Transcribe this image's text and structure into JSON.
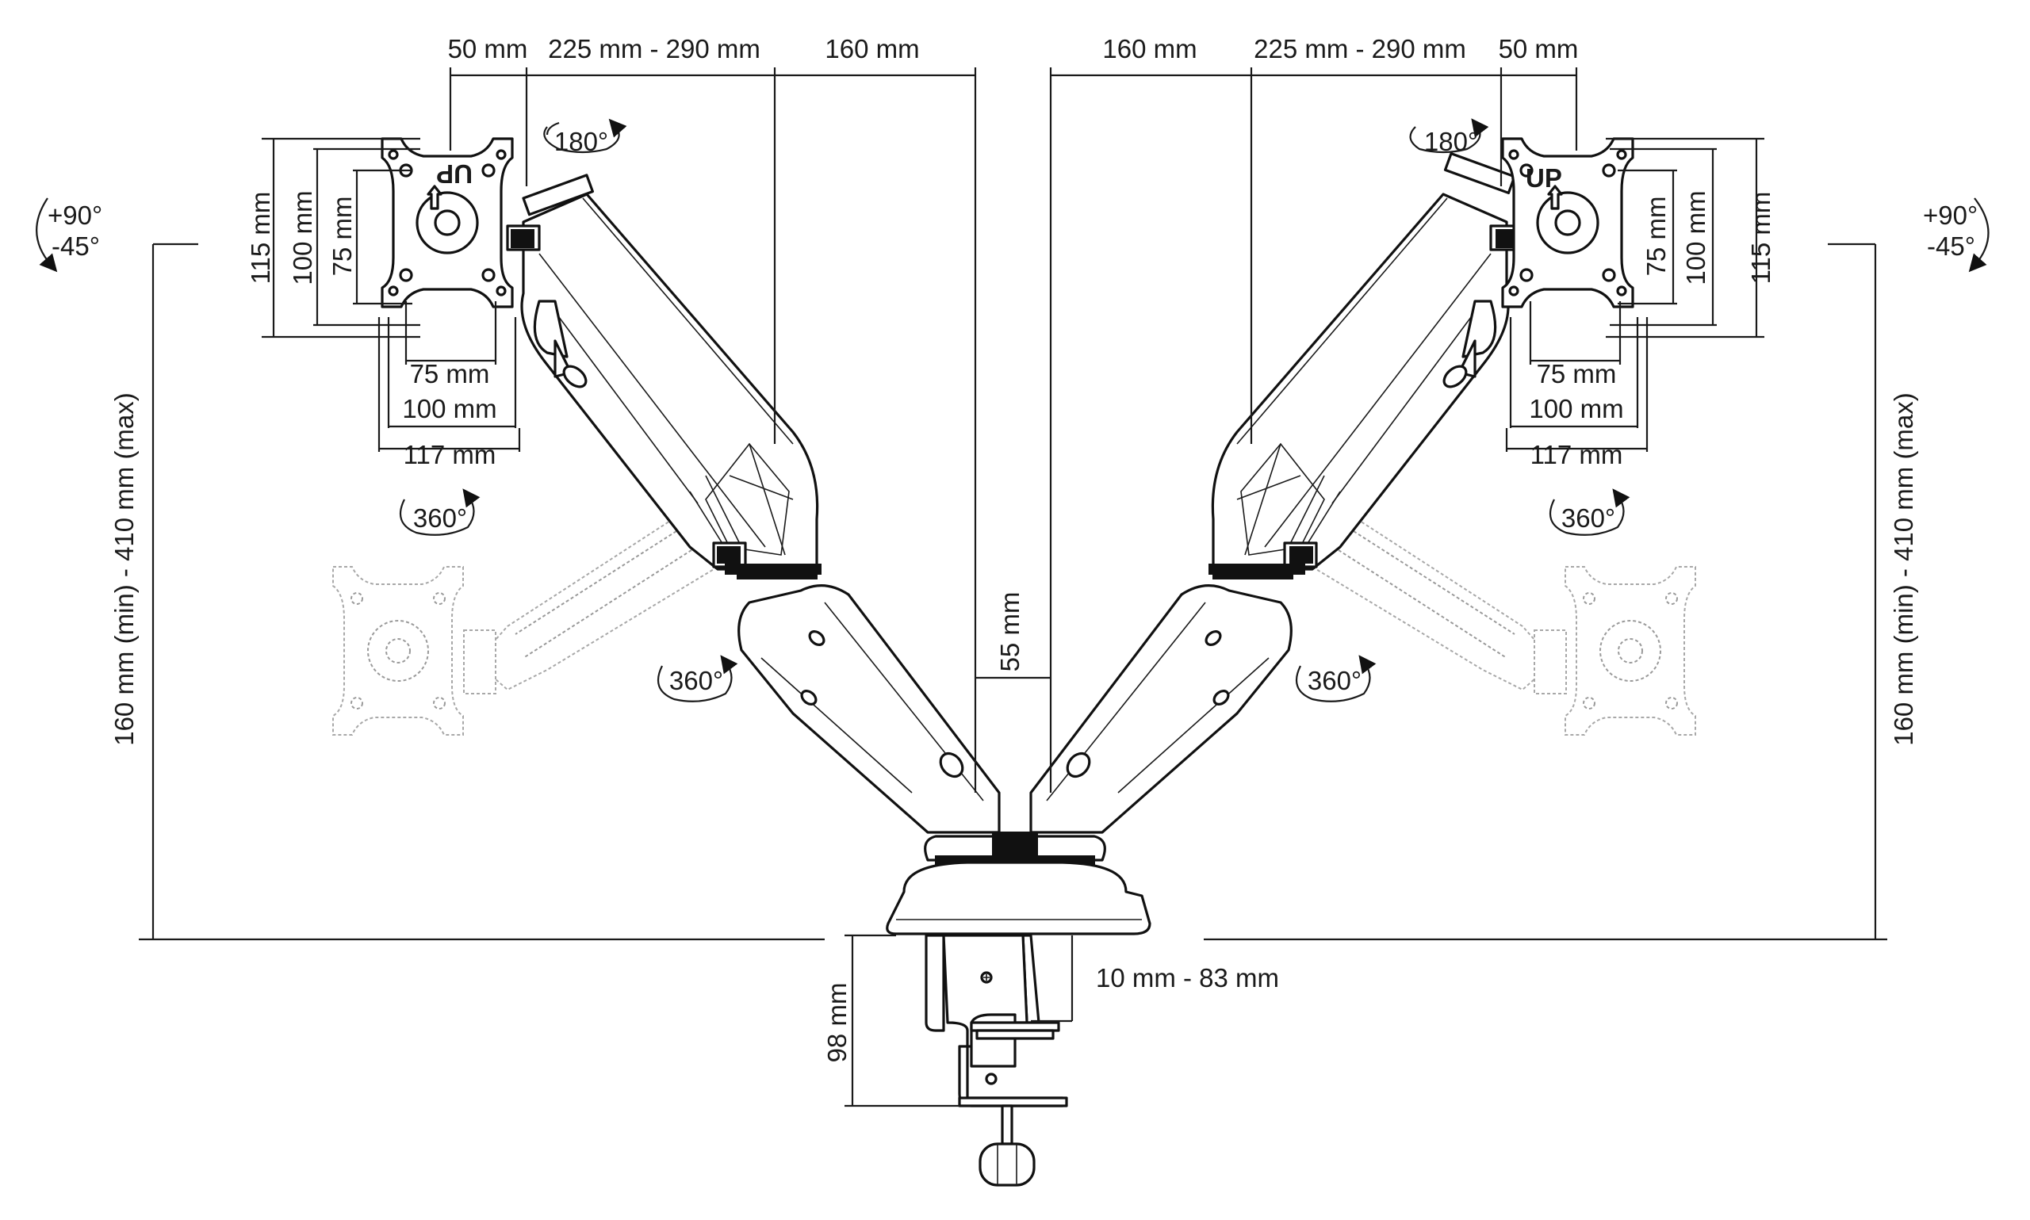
{
  "labels": {
    "top_left_50": "50 mm",
    "top_left_225": "225 mm - 290 mm",
    "top_left_160": "160 mm",
    "top_right_160": "160 mm",
    "top_right_225": "225 mm - 290 mm",
    "top_right_50": "50 mm",
    "rot180": "180°",
    "rot360": "360°",
    "tilt_plus": "+90°",
    "tilt_minus": "-45°",
    "vesa_115": "115 mm",
    "vesa_100": "100 mm",
    "vesa_75": "75 mm",
    "plate_117": "117 mm",
    "height_range": "160 mm (min) - 410 mm (max)",
    "pole_55": "55 mm",
    "clamp_98": "98 mm",
    "desk_range": "10 mm - 83 mm",
    "plate_up": "UP"
  }
}
